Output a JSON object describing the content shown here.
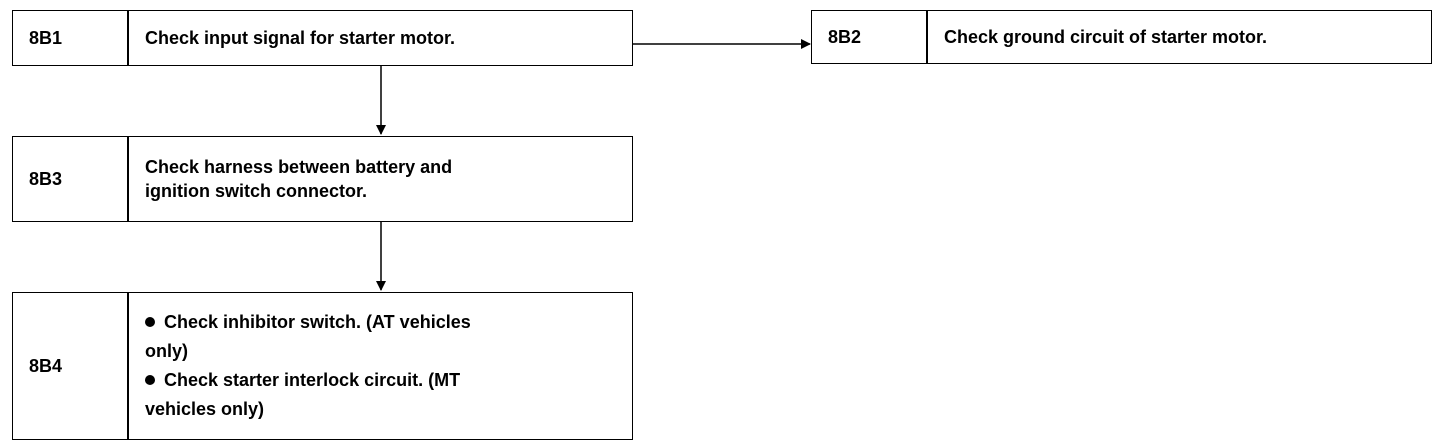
{
  "steps": [
    {
      "code": "8B1",
      "lines": [
        "Check input signal for starter motor."
      ]
    },
    {
      "code": "8B2",
      "lines": [
        "Check ground circuit of starter motor."
      ]
    },
    {
      "code": "8B3",
      "lines": [
        "Check harness between battery and",
        "ignition switch connector."
      ]
    },
    {
      "code": "8B4",
      "bullets": [
        {
          "lines": [
            "Check inhibitor switch. (AT vehicles",
            "only)"
          ]
        },
        {
          "lines": [
            "Check starter interlock circuit. (MT",
            "vehicles only)"
          ]
        }
      ]
    }
  ]
}
